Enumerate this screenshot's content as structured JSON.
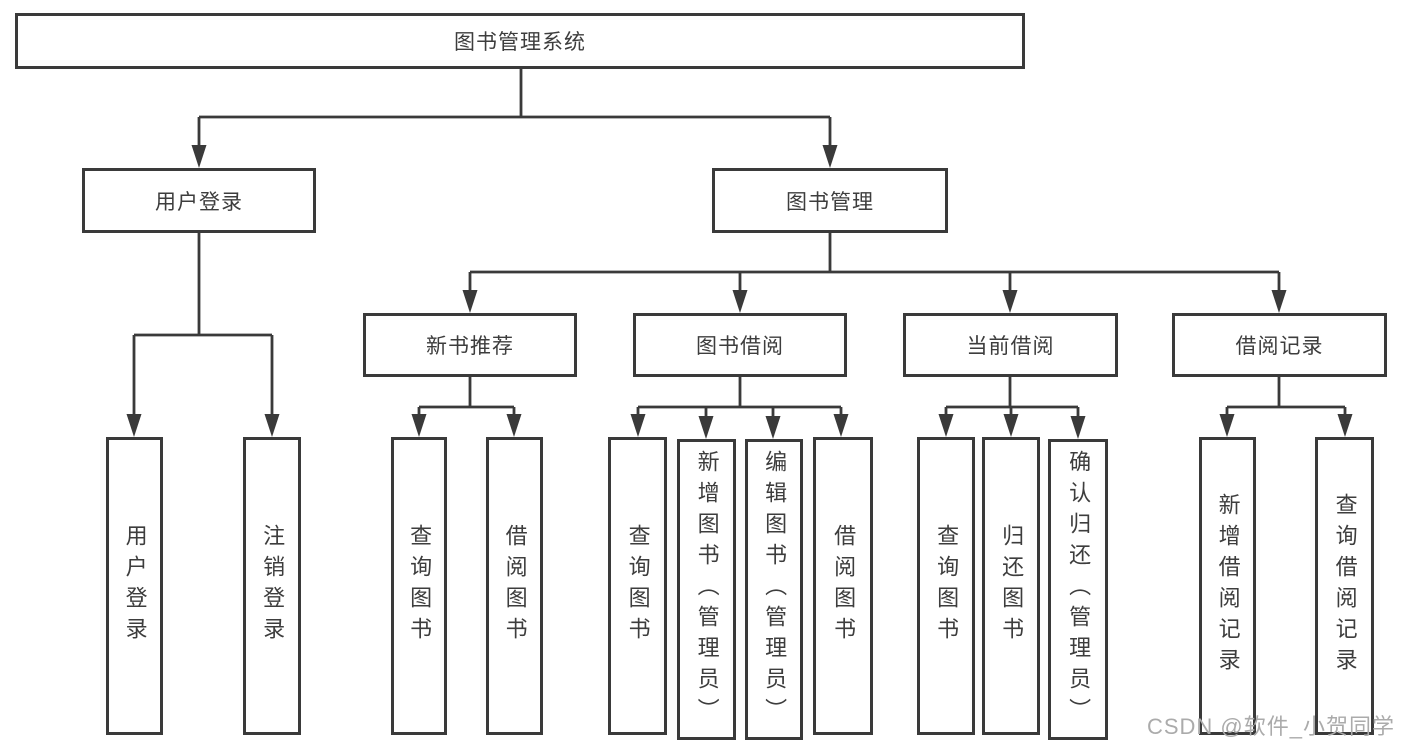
{
  "nodes": {
    "root": "图书管理系统",
    "user_login_group": "用户登录",
    "book_management": "图书管理",
    "new_book_recommend": "新书推荐",
    "book_borrow": "图书借阅",
    "current_borrow": "当前借阅",
    "borrow_records": "借阅记录",
    "user_login": "用户登录",
    "logout": "注销登录",
    "nb_query_book": "查询图书",
    "nb_borrow_book": "借阅图书",
    "bb_query_book": "查询图书",
    "bb_add_book": "新增图书（管理员）",
    "bb_edit_book": "编辑图书（管理员）",
    "bb_borrow_book": "借阅图书",
    "cb_query_book": "查询图书",
    "cb_return_book": "归还图书",
    "cb_confirm_return": "确认归还（管理员）",
    "br_add_record": "新增借阅记录",
    "br_query_record": "查询借阅记录"
  },
  "tree": {
    "root": "图书管理系统",
    "children": [
      {
        "label": "用户登录",
        "children": [
          "用户登录",
          "注销登录"
        ]
      },
      {
        "label": "图书管理",
        "children": [
          {
            "label": "新书推荐",
            "children": [
              "查询图书",
              "借阅图书"
            ]
          },
          {
            "label": "图书借阅",
            "children": [
              "查询图书",
              "新增图书（管理员）",
              "编辑图书（管理员）",
              "借阅图书"
            ]
          },
          {
            "label": "当前借阅",
            "children": [
              "查询图书",
              "归还图书",
              "确认归还（管理员）"
            ]
          },
          {
            "label": "借阅记录",
            "children": [
              "新增借阅记录",
              "查询借阅记录"
            ]
          }
        ]
      }
    ]
  },
  "watermark": {
    "text": "CSDN @软件_小贺同学"
  },
  "colors": {
    "line": "#3a3a3a",
    "box_border": "#3a3a3a",
    "text": "#3d3d3d",
    "watermark": "#ababab",
    "background": "#ffffff"
  }
}
